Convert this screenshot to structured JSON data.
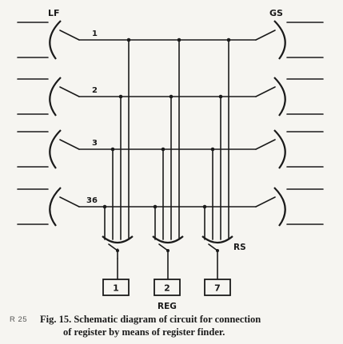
{
  "diagram": {
    "labels": {
      "line_finder": "LF",
      "group_selector": "GS",
      "register_switch": "RS",
      "register": "REG"
    },
    "lines": [
      "1",
      "2",
      "3",
      "36"
    ],
    "registers": [
      "1",
      "2",
      "7"
    ]
  },
  "caption": {
    "ref": "R 25",
    "line1": "Fig. 15.  Schematic diagram of circuit for connection",
    "line2": "of register by means of register finder."
  }
}
